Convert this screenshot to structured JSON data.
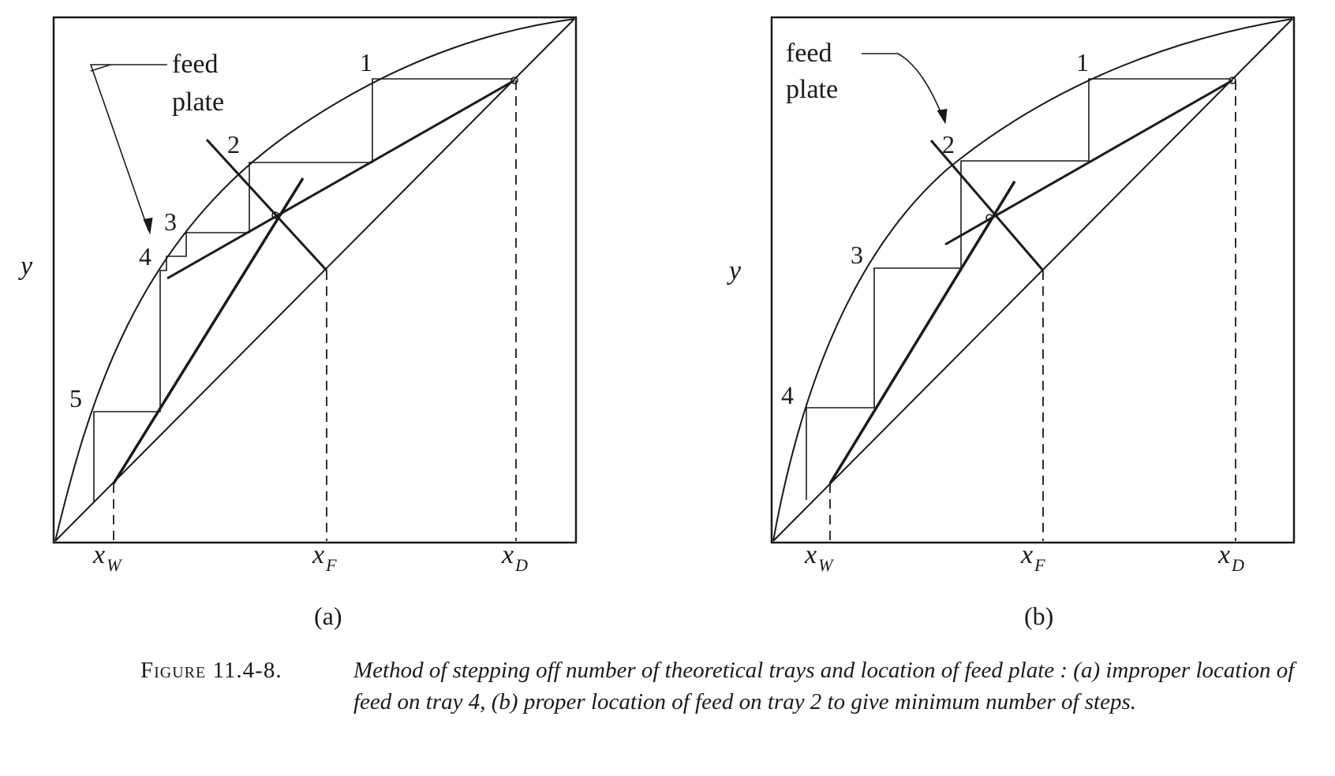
{
  "panels": [
    {
      "id": "a",
      "panel_label": "(a)",
      "y_label": "y",
      "x_labels": [
        {
          "main": "x",
          "sub": "W"
        },
        {
          "main": "x",
          "sub": "F"
        },
        {
          "main": "x",
          "sub": "D"
        }
      ],
      "annotation_line1": "feed",
      "annotation_line2": "plate",
      "tray_labels": [
        "1",
        "2",
        "3",
        "4",
        "5"
      ],
      "feed_tray": 4
    },
    {
      "id": "b",
      "panel_label": "(b)",
      "y_label": "y",
      "x_labels": [
        {
          "main": "x",
          "sub": "W"
        },
        {
          "main": "x",
          "sub": "F"
        },
        {
          "main": "x",
          "sub": "D"
        }
      ],
      "annotation_line1": "feed",
      "annotation_line2": "plate",
      "tray_labels": [
        "1",
        "2",
        "3",
        "4"
      ],
      "feed_tray": 2
    }
  ],
  "caption": {
    "label": "Figure 11.4-8.",
    "text": "Method of stepping off number of theoretical trays and location of feed plate : (a) improper location of feed on tray 4, (b) proper location of feed on tray 2 to give minimum number of steps."
  }
}
